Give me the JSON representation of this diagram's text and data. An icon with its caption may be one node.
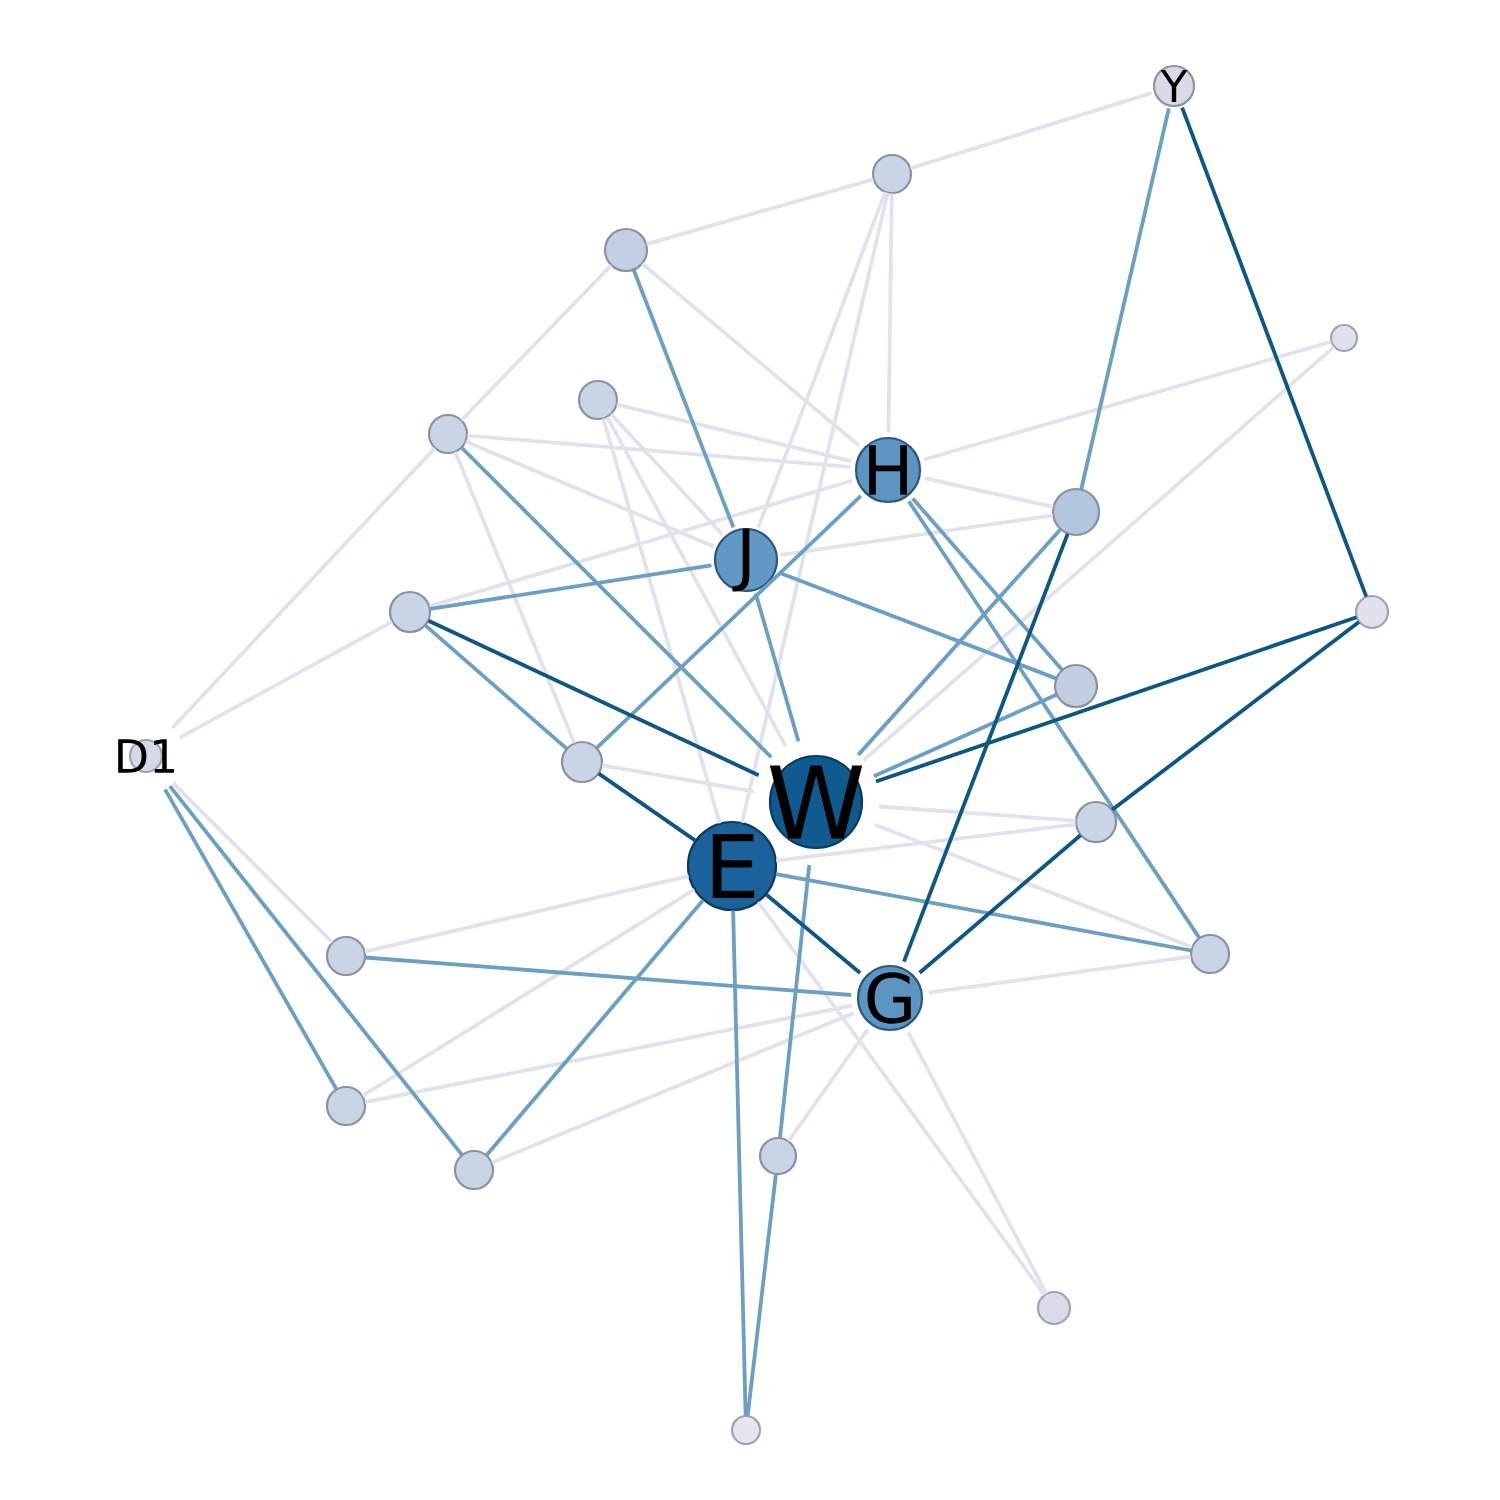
{
  "diagram": {
    "nodes": [
      {
        "text": [
          "Y"
        ]
      },
      {
        "text": [],
        "shape": "circle"
      },
      {
        "text": [],
        "shape": "circle"
      },
      {
        "text": [],
        "shape": "circle"
      },
      {
        "text": [],
        "shape": "circle"
      },
      {
        "text": [],
        "shape": "circle"
      },
      {
        "text": [
          "H"
        ]
      },
      {
        "text": [],
        "shape": "circle"
      },
      {
        "text": [
          "J"
        ]
      },
      {
        "text": [],
        "shape": "circle"
      },
      {
        "text": [],
        "shape": "circle"
      },
      {
        "text": [],
        "shape": "circle"
      },
      {
        "text": [
          "D1"
        ]
      },
      {
        "text": [],
        "shape": "circle"
      },
      {
        "text": [
          "W"
        ]
      },
      {
        "text": [],
        "shape": "circle"
      },
      {
        "text": [
          "E"
        ]
      },
      {
        "text": [],
        "shape": "circle"
      },
      {
        "text": [],
        "shape": "circle"
      },
      {
        "text": [
          "G"
        ]
      },
      {
        "text": [],
        "shape": "circle"
      },
      {
        "text": [],
        "shape": "circle"
      },
      {
        "text": [],
        "shape": "circle"
      },
      {
        "text": [],
        "shape": "circle"
      },
      {
        "text": [],
        "shape": "circle"
      }
    ],
    "edges": [
      {
        "from": 0,
        "to": 10,
        "arrow": "none",
        "color": "#0f5782"
      },
      {
        "from": 10,
        "to": 14,
        "arrow": "none",
        "color": "#0f5782"
      },
      {
        "from": 10,
        "to": 15,
        "arrow": "none",
        "color": "#0f5782"
      },
      {
        "from": 15,
        "to": 19,
        "arrow": "none",
        "color": "#0f5782"
      },
      {
        "from": 19,
        "to": 7,
        "arrow": "none",
        "color": "#0f5782"
      },
      {
        "from": 16,
        "to": 19,
        "arrow": "none",
        "color": "#0f5782"
      },
      {
        "from": 9,
        "to": 14,
        "arrow": "none",
        "color": "#0f5782"
      },
      {
        "from": 13,
        "to": 16,
        "arrow": "none",
        "color": "#0f5782"
      },
      {
        "from": 0,
        "to": 7,
        "arrow": "none",
        "color": "#6d9fc2"
      },
      {
        "from": 2,
        "to": 8,
        "arrow": "none",
        "color": "#6d9fc2"
      },
      {
        "from": 8,
        "to": 14,
        "arrow": "none",
        "color": "#6d9fc2"
      },
      {
        "from": 5,
        "to": 14,
        "arrow": "none",
        "color": "#6d9fc2"
      },
      {
        "from": 9,
        "to": 8,
        "arrow": "none",
        "color": "#6d9fc2"
      },
      {
        "from": 9,
        "to": 13,
        "arrow": "none",
        "color": "#6d9fc2"
      },
      {
        "from": 8,
        "to": 11,
        "arrow": "none",
        "color": "#6d9fc2"
      },
      {
        "from": 13,
        "to": 6,
        "arrow": "none",
        "color": "#6d9fc2"
      },
      {
        "from": 6,
        "to": 11,
        "arrow": "none",
        "color": "#6d9fc2"
      },
      {
        "from": 6,
        "to": 17,
        "arrow": "none",
        "color": "#6d9fc2"
      },
      {
        "from": 7,
        "to": 14,
        "arrow": "none",
        "color": "#6d9fc2"
      },
      {
        "from": 14,
        "to": 11,
        "arrow": "none",
        "color": "#6d9fc2"
      },
      {
        "from": 16,
        "to": 17,
        "arrow": "none",
        "color": "#6d9fc2"
      },
      {
        "from": 18,
        "to": 19,
        "arrow": "none",
        "color": "#6d9fc2"
      },
      {
        "from": 22,
        "to": 16,
        "arrow": "none",
        "color": "#6d9fc2"
      },
      {
        "from": 12,
        "to": 20,
        "arrow": "none",
        "color": "#6d9fc2"
      },
      {
        "from": 12,
        "to": 22,
        "arrow": "none",
        "color": "#6d9fc2"
      },
      {
        "from": 16,
        "to": 24,
        "arrow": "none",
        "color": "#6d9fc2"
      },
      {
        "from": 14,
        "to": 21,
        "arrow": "none",
        "color": "#6d9fc2"
      },
      {
        "from": 21,
        "to": 24,
        "arrow": "none",
        "color": "#6d9fc2"
      },
      {
        "from": 0,
        "to": 1,
        "arrow": "none"
      },
      {
        "from": 1,
        "to": 2,
        "arrow": "none"
      },
      {
        "from": 1,
        "to": 6,
        "arrow": "none"
      },
      {
        "from": 1,
        "to": 16,
        "arrow": "none"
      },
      {
        "from": 1,
        "to": 8,
        "arrow": "none"
      },
      {
        "from": 2,
        "to": 5,
        "arrow": "none"
      },
      {
        "from": 2,
        "to": 6,
        "arrow": "none"
      },
      {
        "from": 12,
        "to": 5,
        "arrow": "none"
      },
      {
        "from": 12,
        "to": 9,
        "arrow": "none"
      },
      {
        "from": 12,
        "to": 18,
        "arrow": "none"
      },
      {
        "from": 5,
        "to": 6,
        "arrow": "none"
      },
      {
        "from": 5,
        "to": 8,
        "arrow": "none"
      },
      {
        "from": 5,
        "to": 13,
        "arrow": "none"
      },
      {
        "from": 4,
        "to": 6,
        "arrow": "none"
      },
      {
        "from": 4,
        "to": 16,
        "arrow": "none"
      },
      {
        "from": 4,
        "to": 14,
        "arrow": "none"
      },
      {
        "from": 4,
        "to": 8,
        "arrow": "none"
      },
      {
        "from": 6,
        "to": 3,
        "arrow": "none"
      },
      {
        "from": 6,
        "to": 7,
        "arrow": "none"
      },
      {
        "from": 3,
        "to": 14,
        "arrow": "none"
      },
      {
        "from": 8,
        "to": 7,
        "arrow": "none"
      },
      {
        "from": 9,
        "to": 6,
        "arrow": "none"
      },
      {
        "from": 13,
        "to": 14,
        "arrow": "none"
      },
      {
        "from": 15,
        "to": 14,
        "arrow": "none"
      },
      {
        "from": 15,
        "to": 16,
        "arrow": "none"
      },
      {
        "from": 17,
        "to": 19,
        "arrow": "none"
      },
      {
        "from": 17,
        "to": 14,
        "arrow": "none"
      },
      {
        "from": 19,
        "to": 23,
        "arrow": "none"
      },
      {
        "from": 16,
        "to": 23,
        "arrow": "none"
      },
      {
        "from": 19,
        "to": 21,
        "arrow": "none"
      },
      {
        "from": 18,
        "to": 16,
        "arrow": "none"
      },
      {
        "from": 20,
        "to": 16,
        "arrow": "none"
      },
      {
        "from": 20,
        "to": 19,
        "arrow": "none"
      },
      {
        "from": 22,
        "to": 19,
        "arrow": "none"
      }
    ]
  }
}
